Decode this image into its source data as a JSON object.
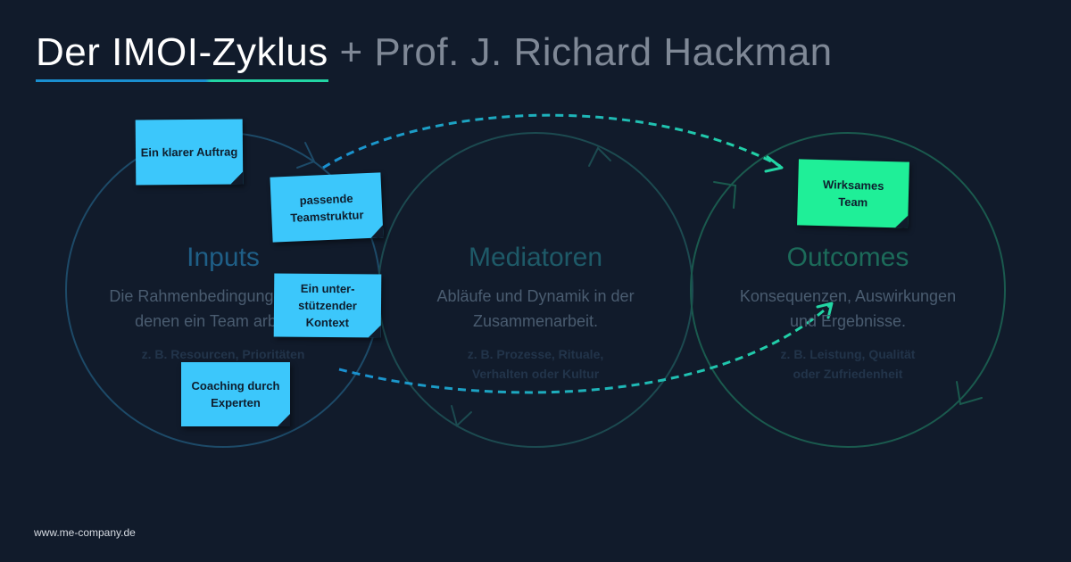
{
  "title": {
    "main": "Der IMOI-Zyklus",
    "sub": " + Prof. J. Richard Hackman"
  },
  "sections": {
    "inputs": {
      "title": "Inputs",
      "description_1": "Die Rahmenbedingungen, unter",
      "description_2": "denen ein Team arbeitet.",
      "example": "z. B. Resourcen, Prioritäten"
    },
    "mediators": {
      "title": "Mediatoren",
      "description_1": "Abläufe und Dynamik in der",
      "description_2": "Zusammenarbeit.",
      "example_1": "z. B. Prozesse, Rituale,",
      "example_2": "Verhalten oder Kultur"
    },
    "outcomes": {
      "title": "Outcomes",
      "description_1": "Konsequenzen, Auswirkungen",
      "description_2": "und Ergebnisse.",
      "example_1": "z. B. Leistung, Qualität",
      "example_2": "oder Zufriedenheit"
    }
  },
  "notes": {
    "auftrag": "Ein klarer Auftrag",
    "teamstruktur_1": "passende",
    "teamstruktur_2": "Teamstruktur",
    "kontext_1": "Ein unter-",
    "kontext_2": "stützender",
    "kontext_3": "Kontext",
    "coaching_1": "Coaching durch",
    "coaching_2": "Experten",
    "wirksam_1": "Wirksames",
    "wirksam_2": "Team"
  },
  "footer": {
    "url": "www.me-company.de"
  },
  "colors": {
    "background": "#111b2b",
    "inputs": "#1d4a68",
    "mediators": "#1c4a50",
    "outcomes": "#1a5a4e",
    "note_blue": "#3cc7fb",
    "note_green": "#1fef98",
    "arrow_blue": "#1a8fd0",
    "arrow_green": "#22d5a4"
  }
}
